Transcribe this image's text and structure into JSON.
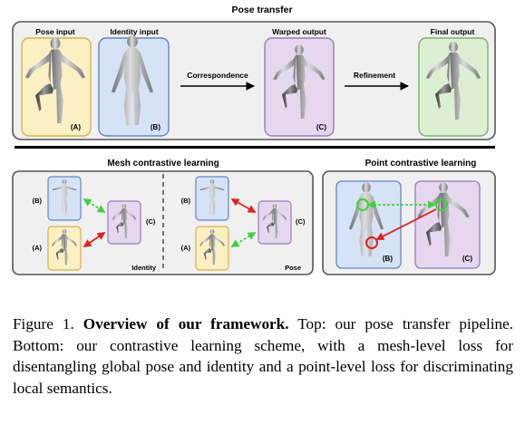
{
  "pose_transfer": {
    "title": "Pose transfer",
    "pose_input": {
      "label": "Pose input",
      "tag": "(A)"
    },
    "identity_input": {
      "label": "Identity input",
      "tag": "(B)"
    },
    "correspondence_label": "Correspondence",
    "warped_output": {
      "label": "Warped output",
      "tag": "(C)"
    },
    "refinement_label": "Refinement",
    "final_output": {
      "label": "Final output"
    }
  },
  "mesh_contrastive": {
    "title": "Mesh contrastive learning",
    "left": {
      "tag_b": "(B)",
      "tag_a": "(A)",
      "tag_c": "(C)",
      "footer": "Identity"
    },
    "right": {
      "tag_b": "(B)",
      "tag_a": "(A)",
      "tag_c": "(C)",
      "footer": "Pose"
    }
  },
  "point_contrastive": {
    "title": "Point contrastive learning",
    "tag_b": "(B)",
    "tag_c": "(C)"
  },
  "caption": {
    "prefix": "Figure 1.",
    "bold": "Overview of our framework.",
    "text": "Top: our pose transfer pipeline. Bottom: our contrastive learning scheme, with a mesh-level loss for disentangling global pose and identity and a point-level loss for discriminating local semantics."
  },
  "colors": {
    "pose_fill": "#fbefc4",
    "pose_stroke": "#d8b24a",
    "identity_fill": "#d6e3f7",
    "identity_stroke": "#5f86c8",
    "warped_fill": "#e4d7ee",
    "warped_stroke": "#9a7bb8",
    "final_fill": "#dcefd3",
    "final_stroke": "#79b467",
    "panel_fill": "#f0f0f0",
    "panel_stroke": "#555555",
    "green_arrow": "#3fd13f",
    "red_arrow": "#e02020"
  }
}
